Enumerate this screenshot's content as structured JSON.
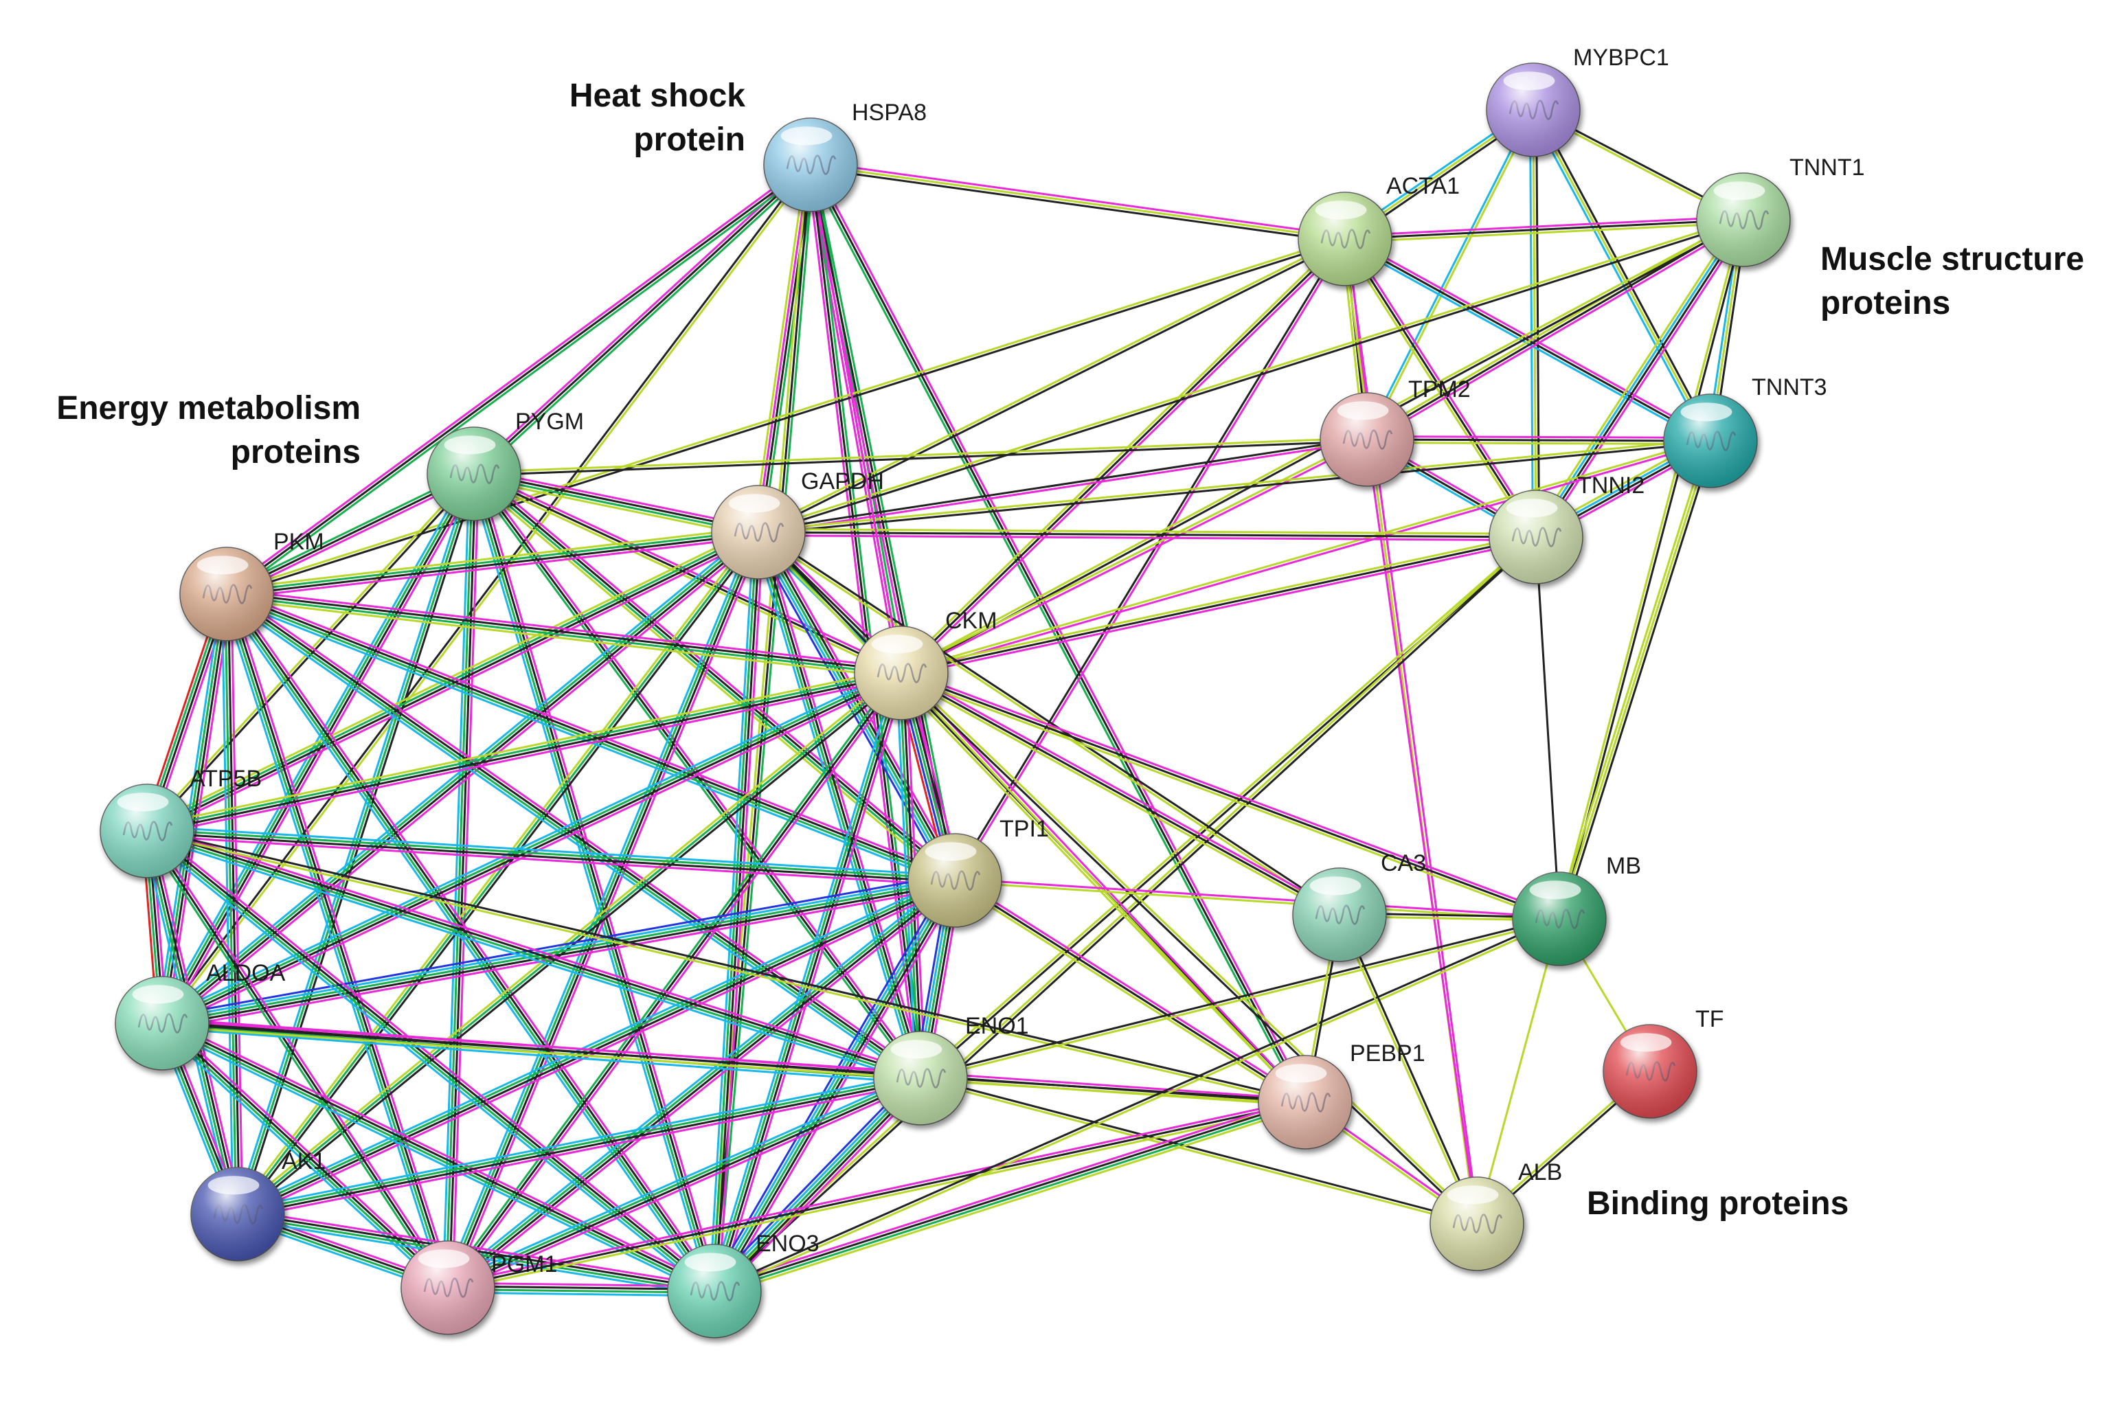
{
  "groups": [
    {
      "id": "heat",
      "lines": [
        "Heat shock",
        "protein"
      ]
    },
    {
      "id": "energy",
      "lines": [
        "Energy metabolism",
        "proteins"
      ]
    },
    {
      "id": "muscle",
      "lines": [
        "Muscle structure",
        "proteins"
      ]
    },
    {
      "id": "binding",
      "lines": [
        "Binding proteins"
      ]
    }
  ],
  "nodes": [
    {
      "id": "HSPA8",
      "label": "HSPA8",
      "color": "#8ec9e6"
    },
    {
      "id": "MYBPC1",
      "label": "MYBPC1",
      "color": "#a98ee0"
    },
    {
      "id": "ACTA1",
      "label": "ACTA1",
      "color": "#b5dc8e"
    },
    {
      "id": "TNNT1",
      "label": "TNNT1",
      "color": "#a8dca0"
    },
    {
      "id": "TPM2",
      "label": "TPM2",
      "color": "#e2a6a6"
    },
    {
      "id": "TNNT3",
      "label": "TNNT3",
      "color": "#22a8a8"
    },
    {
      "id": "TNNI2",
      "label": "TNNI2",
      "color": "#cfe0b0"
    },
    {
      "id": "PYGM",
      "label": "PYGM",
      "color": "#7ccf96"
    },
    {
      "id": "GAPDH",
      "label": "GAPDH",
      "color": "#e6cfb0"
    },
    {
      "id": "PKM",
      "label": "PKM",
      "color": "#d9a98a"
    },
    {
      "id": "CKM",
      "label": "CKM",
      "color": "#e8dcaa"
    },
    {
      "id": "ATP5B",
      "label": "ATP5B",
      "color": "#7ed6c0"
    },
    {
      "id": "TPI1",
      "label": "TPI1",
      "color": "#c9c286"
    },
    {
      "id": "CA3",
      "label": "CA3",
      "color": "#86d0b2"
    },
    {
      "id": "MB",
      "label": "MB",
      "color": "#2e9e66"
    },
    {
      "id": "ALDOA",
      "label": "ALDOA",
      "color": "#86dcb6"
    },
    {
      "id": "ENO1",
      "label": "ENO1",
      "color": "#bfe0a8"
    },
    {
      "id": "PEBP1",
      "label": "PEBP1",
      "color": "#e6b6a6"
    },
    {
      "id": "TF",
      "label": "TF",
      "color": "#e04a50"
    },
    {
      "id": "AK1",
      "label": "AK1",
      "color": "#4656b0"
    },
    {
      "id": "ALB",
      "label": "ALB",
      "color": "#d9dca6"
    },
    {
      "id": "PGM1",
      "label": "PGM1",
      "color": "#e8a6b6"
    },
    {
      "id": "ENO3",
      "label": "ENO3",
      "color": "#6ad2b2"
    }
  ],
  "evidence_colors": {
    "black": "#222222",
    "magenta": "#e82ad8",
    "yellowgreen": "#b8d82a",
    "green": "#16b04e",
    "cyan": "#1ab8e8",
    "blue": "#2236e0",
    "red": "#e02222"
  },
  "edges": [
    [
      "HSPA8",
      "ACTA1",
      [
        "magenta",
        "yellowgreen",
        "black"
      ]
    ],
    [
      "HSPA8",
      "PYGM",
      [
        "green",
        "black",
        "magenta"
      ]
    ],
    [
      "HSPA8",
      "GAPDH",
      [
        "green",
        "black",
        "magenta",
        "yellowgreen"
      ]
    ],
    [
      "HSPA8",
      "PKM",
      [
        "green",
        "black",
        "magenta"
      ]
    ],
    [
      "HSPA8",
      "CKM",
      [
        "green",
        "black",
        "magenta"
      ]
    ],
    [
      "HSPA8",
      "TPI1",
      [
        "green",
        "black",
        "magenta"
      ]
    ],
    [
      "HSPA8",
      "ENO1",
      [
        "green",
        "black",
        "magenta"
      ]
    ],
    [
      "HSPA8",
      "PEBP1",
      [
        "magenta",
        "black",
        "green"
      ]
    ],
    [
      "HSPA8",
      "ENO3",
      [
        "green",
        "black",
        "yellowgreen"
      ]
    ],
    [
      "HSPA8",
      "ALDOA",
      [
        "yellowgreen",
        "black"
      ]
    ],
    [
      "MYBPC1",
      "ACTA1",
      [
        "black",
        "yellowgreen",
        "cyan"
      ]
    ],
    [
      "MYBPC1",
      "TNNT1",
      [
        "black",
        "yellowgreen"
      ]
    ],
    [
      "MYBPC1",
      "TNNT3",
      [
        "black",
        "yellowgreen",
        "cyan"
      ]
    ],
    [
      "MYBPC1",
      "TNNI2",
      [
        "black",
        "yellowgreen",
        "cyan"
      ]
    ],
    [
      "MYBPC1",
      "TPM2",
      [
        "yellowgreen",
        "cyan"
      ]
    ],
    [
      "ACTA1",
      "TNNT1",
      [
        "magenta",
        "black",
        "yellowgreen"
      ]
    ],
    [
      "ACTA1",
      "TPM2",
      [
        "magenta",
        "black",
        "yellowgreen"
      ]
    ],
    [
      "ACTA1",
      "TNNT3",
      [
        "magenta",
        "black",
        "cyan"
      ]
    ],
    [
      "ACTA1",
      "TNNI2",
      [
        "magenta",
        "black",
        "yellowgreen"
      ]
    ],
    [
      "ACTA1",
      "GAPDH",
      [
        "black",
        "yellowgreen"
      ]
    ],
    [
      "ACTA1",
      "CKM",
      [
        "magenta",
        "black",
        "yellowgreen"
      ]
    ],
    [
      "ACTA1",
      "TPI1",
      [
        "magenta",
        "black"
      ]
    ],
    [
      "ACTA1",
      "PKM",
      [
        "black",
        "yellowgreen"
      ]
    ],
    [
      "ACTA1",
      "ALB",
      [
        "magenta",
        "yellowgreen"
      ]
    ],
    [
      "TNNT1",
      "TPM2",
      [
        "magenta",
        "black",
        "yellowgreen"
      ]
    ],
    [
      "TNNT1",
      "TNNT3",
      [
        "black",
        "yellowgreen",
        "cyan"
      ]
    ],
    [
      "TNNT1",
      "TNNI2",
      [
        "magenta",
        "black",
        "cyan",
        "yellowgreen"
      ]
    ],
    [
      "TNNT1",
      "MB",
      [
        "black",
        "yellowgreen"
      ]
    ],
    [
      "TNNT1",
      "CKM",
      [
        "black",
        "yellowgreen"
      ]
    ],
    [
      "TNNT1",
      "GAPDH",
      [
        "black",
        "yellowgreen"
      ]
    ],
    [
      "TPM2",
      "TNNT3",
      [
        "magenta",
        "black",
        "yellowgreen"
      ]
    ],
    [
      "TPM2",
      "TNNI2",
      [
        "magenta",
        "black",
        "cyan"
      ]
    ],
    [
      "TPM2",
      "PYGM",
      [
        "black",
        "yellowgreen"
      ]
    ],
    [
      "TPM2",
      "GAPDH",
      [
        "magenta",
        "black"
      ]
    ],
    [
      "TPM2",
      "CKM",
      [
        "magenta",
        "yellowgreen"
      ]
    ],
    [
      "TPM2",
      "ALB",
      [
        "magenta"
      ]
    ],
    [
      "TNNT3",
      "TNNI2",
      [
        "magenta",
        "black",
        "cyan",
        "yellowgreen"
      ]
    ],
    [
      "TNNT3",
      "MB",
      [
        "black",
        "yellowgreen",
        "yellowgreen"
      ]
    ],
    [
      "TNNT3",
      "CKM",
      [
        "magenta",
        "yellowgreen"
      ]
    ],
    [
      "TNNT3",
      "GAPDH",
      [
        "black",
        "yellowgreen"
      ]
    ],
    [
      "TNNI2",
      "MB",
      [
        "black"
      ]
    ],
    [
      "TNNI2",
      "GAPDH",
      [
        "magenta",
        "black",
        "yellowgreen"
      ]
    ],
    [
      "TNNI2",
      "CKM",
      [
        "magenta",
        "black",
        "yellowgreen"
      ]
    ],
    [
      "TNNI2",
      "ENO1",
      [
        "black",
        "yellowgreen"
      ]
    ],
    [
      "TNNI2",
      "ENO3",
      [
        "black",
        "yellowgreen"
      ]
    ],
    [
      "PYGM",
      "GAPDH",
      [
        "magenta",
        "black",
        "green",
        "yellowgreen"
      ]
    ],
    [
      "PYGM",
      "PKM",
      [
        "magenta",
        "black",
        "green"
      ]
    ],
    [
      "PYGM",
      "CKM",
      [
        "magenta",
        "black",
        "yellowgreen"
      ]
    ],
    [
      "PYGM",
      "TPI1",
      [
        "magenta",
        "black",
        "green",
        "yellowgreen"
      ]
    ],
    [
      "PYGM",
      "ATP5B",
      [
        "black",
        "yellowgreen"
      ]
    ],
    [
      "PYGM",
      "ALDOA",
      [
        "magenta",
        "black",
        "green",
        "cyan"
      ]
    ],
    [
      "PYGM",
      "ENO1",
      [
        "magenta",
        "black",
        "green"
      ]
    ],
    [
      "PYGM",
      "AK1",
      [
        "black",
        "green",
        "cyan"
      ]
    ],
    [
      "PYGM",
      "PGM1",
      [
        "magenta",
        "black",
        "green",
        "cyan"
      ]
    ],
    [
      "PYGM",
      "ENO3",
      [
        "magenta",
        "black",
        "green",
        "cyan"
      ]
    ],
    [
      "GAPDH",
      "PKM",
      [
        "magenta",
        "black",
        "green",
        "yellowgreen"
      ]
    ],
    [
      "GAPDH",
      "CKM",
      [
        "magenta",
        "black",
        "green",
        "cyan"
      ]
    ],
    [
      "GAPDH",
      "TPI1",
      [
        "magenta",
        "black",
        "green",
        "cyan",
        "blue"
      ]
    ],
    [
      "GAPDH",
      "ATP5B",
      [
        "magenta",
        "black",
        "green",
        "yellowgreen"
      ]
    ],
    [
      "GAPDH",
      "ALDOA",
      [
        "magenta",
        "black",
        "green",
        "cyan"
      ]
    ],
    [
      "GAPDH",
      "ENO1",
      [
        "magenta",
        "black",
        "green",
        "cyan"
      ]
    ],
    [
      "GAPDH",
      "AK1",
      [
        "black",
        "green",
        "yellowgreen"
      ]
    ],
    [
      "GAPDH",
      "PGM1",
      [
        "magenta",
        "black",
        "green",
        "cyan"
      ]
    ],
    [
      "GAPDH",
      "ENO3",
      [
        "magenta",
        "black",
        "green",
        "cyan"
      ]
    ],
    [
      "GAPDH",
      "PEBP1",
      [
        "black",
        "yellowgreen"
      ]
    ],
    [
      "GAPDH",
      "CA3",
      [
        "black",
        "yellowgreen"
      ]
    ],
    [
      "PKM",
      "CKM",
      [
        "magenta",
        "black",
        "green",
        "yellowgreen"
      ]
    ],
    [
      "PKM",
      "TPI1",
      [
        "magenta",
        "black",
        "green",
        "cyan"
      ]
    ],
    [
      "PKM",
      "ATP5B",
      [
        "magenta",
        "black",
        "green",
        "red"
      ]
    ],
    [
      "PKM",
      "ALDOA",
      [
        "magenta",
        "black",
        "green",
        "cyan"
      ]
    ],
    [
      "PKM",
      "ENO1",
      [
        "magenta",
        "black",
        "green",
        "cyan"
      ]
    ],
    [
      "PKM",
      "AK1",
      [
        "magenta",
        "black",
        "green",
        "cyan"
      ]
    ],
    [
      "PKM",
      "PGM1",
      [
        "magenta",
        "black",
        "green",
        "cyan"
      ]
    ],
    [
      "PKM",
      "ENO3",
      [
        "magenta",
        "black",
        "green",
        "cyan"
      ]
    ],
    [
      "CKM",
      "TPI1",
      [
        "magenta",
        "black",
        "green",
        "blue",
        "red"
      ]
    ],
    [
      "CKM",
      "ATP5B",
      [
        "magenta",
        "black",
        "green",
        "yellowgreen"
      ]
    ],
    [
      "CKM",
      "ALDOA",
      [
        "magenta",
        "black",
        "green",
        "cyan"
      ]
    ],
    [
      "CKM",
      "ENO1",
      [
        "magenta",
        "black",
        "green",
        "cyan"
      ]
    ],
    [
      "CKM",
      "AK1",
      [
        "black",
        "green",
        "yellowgreen"
      ]
    ],
    [
      "CKM",
      "PGM1",
      [
        "magenta",
        "black",
        "green"
      ]
    ],
    [
      "CKM",
      "ENO3",
      [
        "magenta",
        "black",
        "green",
        "cyan"
      ]
    ],
    [
      "CKM",
      "CA3",
      [
        "magenta",
        "black",
        "yellowgreen"
      ]
    ],
    [
      "CKM",
      "MB",
      [
        "magenta",
        "black",
        "yellowgreen"
      ]
    ],
    [
      "CKM",
      "PEBP1",
      [
        "magenta",
        "yellowgreen"
      ]
    ],
    [
      "CKM",
      "ALB",
      [
        "yellowgreen",
        "black"
      ]
    ],
    [
      "TPI1",
      "ATP5B",
      [
        "magenta",
        "black",
        "green",
        "cyan"
      ]
    ],
    [
      "TPI1",
      "ALDOA",
      [
        "magenta",
        "black",
        "green",
        "cyan",
        "blue"
      ]
    ],
    [
      "TPI1",
      "ENO1",
      [
        "magenta",
        "black",
        "green",
        "cyan",
        "blue"
      ]
    ],
    [
      "TPI1",
      "AK1",
      [
        "magenta",
        "black",
        "green",
        "cyan"
      ]
    ],
    [
      "TPI1",
      "PGM1",
      [
        "magenta",
        "black",
        "green",
        "cyan"
      ]
    ],
    [
      "TPI1",
      "ENO3",
      [
        "magenta",
        "black",
        "green",
        "cyan",
        "blue"
      ]
    ],
    [
      "TPI1",
      "PEBP1",
      [
        "magenta",
        "black",
        "yellowgreen"
      ]
    ],
    [
      "TPI1",
      "MB",
      [
        "magenta",
        "yellowgreen"
      ]
    ],
    [
      "ATP5B",
      "ALDOA",
      [
        "magenta",
        "black",
        "green",
        "red"
      ]
    ],
    [
      "ATP5B",
      "ENO1",
      [
        "magenta",
        "black",
        "green",
        "cyan"
      ]
    ],
    [
      "ATP5B",
      "AK1",
      [
        "magenta",
        "black",
        "green",
        "cyan"
      ]
    ],
    [
      "ATP5B",
      "PGM1",
      [
        "magenta",
        "black",
        "green"
      ]
    ],
    [
      "ATP5B",
      "ENO3",
      [
        "magenta",
        "black",
        "green",
        "cyan"
      ]
    ],
    [
      "ATP5B",
      "PEBP1",
      [
        "black",
        "yellowgreen"
      ]
    ],
    [
      "ALDOA",
      "ENO1",
      [
        "magenta",
        "black",
        "green",
        "cyan"
      ]
    ],
    [
      "ALDOA",
      "AK1",
      [
        "magenta",
        "black",
        "green",
        "cyan"
      ]
    ],
    [
      "ALDOA",
      "PGM1",
      [
        "magenta",
        "black",
        "green",
        "cyan"
      ]
    ],
    [
      "ALDOA",
      "ENO3",
      [
        "magenta",
        "black",
        "green",
        "cyan"
      ]
    ],
    [
      "ALDOA",
      "PEBP1",
      [
        "magenta",
        "black",
        "yellowgreen"
      ]
    ],
    [
      "ENO1",
      "AK1",
      [
        "magenta",
        "black",
        "green",
        "cyan"
      ]
    ],
    [
      "ENO1",
      "PGM1",
      [
        "magenta",
        "black",
        "green",
        "cyan"
      ]
    ],
    [
      "ENO1",
      "ENO3",
      [
        "magenta",
        "black",
        "green",
        "cyan",
        "blue"
      ]
    ],
    [
      "ENO1",
      "PEBP1",
      [
        "black",
        "yellowgreen"
      ]
    ],
    [
      "ENO1",
      "MB",
      [
        "black",
        "yellowgreen"
      ]
    ],
    [
      "ENO1",
      "ALB",
      [
        "black",
        "yellowgreen"
      ]
    ],
    [
      "AK1",
      "PGM1",
      [
        "magenta",
        "black",
        "green",
        "cyan"
      ]
    ],
    [
      "AK1",
      "ENO3",
      [
        "magenta",
        "black",
        "green",
        "cyan"
      ]
    ],
    [
      "PGM1",
      "ENO3",
      [
        "magenta",
        "black",
        "green",
        "cyan"
      ]
    ],
    [
      "PGM1",
      "PEBP1",
      [
        "magenta",
        "black",
        "yellowgreen"
      ]
    ],
    [
      "ENO3",
      "PEBP1",
      [
        "magenta",
        "black",
        "green",
        "yellowgreen"
      ]
    ],
    [
      "ENO3",
      "MB",
      [
        "black",
        "yellowgreen"
      ]
    ],
    [
      "CA3",
      "MB",
      [
        "black",
        "yellowgreen"
      ]
    ],
    [
      "CA3",
      "ALB",
      [
        "black",
        "yellowgreen"
      ]
    ],
    [
      "CA3",
      "PEBP1",
      [
        "black",
        "yellowgreen"
      ]
    ],
    [
      "MB",
      "ALB",
      [
        "yellowgreen"
      ]
    ],
    [
      "MB",
      "TF",
      [
        "yellowgreen"
      ]
    ],
    [
      "TF",
      "ALB",
      [
        "black",
        "yellowgreen"
      ]
    ],
    [
      "PEBP1",
      "ALB",
      [
        "magenta",
        "yellowgreen"
      ]
    ],
    [
      "CKM",
      "HSPA8",
      [
        "magenta"
      ]
    ]
  ]
}
